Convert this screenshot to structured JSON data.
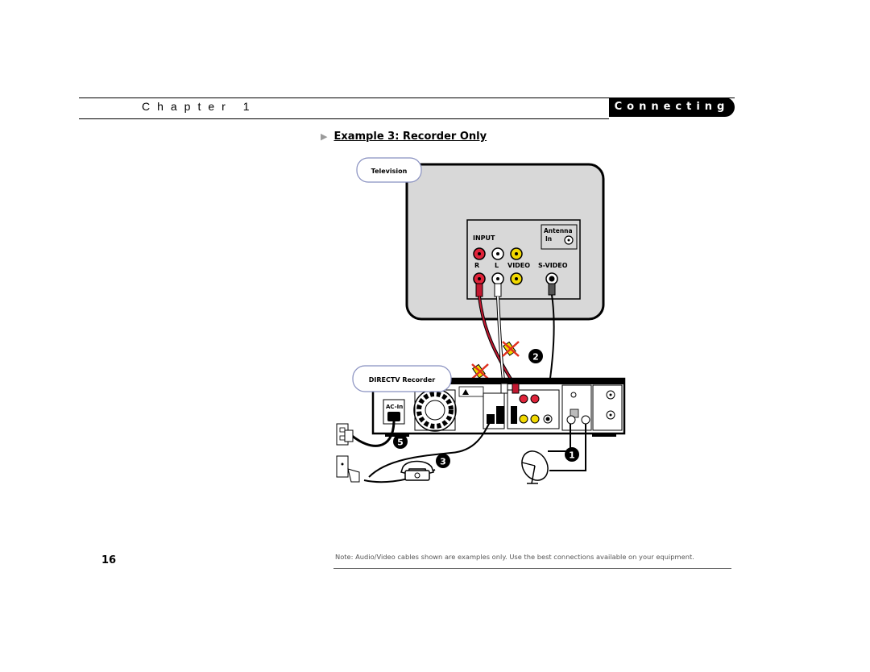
{
  "header": {
    "chapter": "Chapter 1",
    "section": "Connecting"
  },
  "heading": "Example 3: Recorder Only",
  "diagram": {
    "tv_label": "Television",
    "recorder_label": "DIRECTV Recorder",
    "tv_panel": {
      "input": "INPUT",
      "antenna": "Antenna",
      "antenna_in": "In",
      "r": "R",
      "l": "L",
      "video": "VIDEO",
      "svideo": "S-VIDEO"
    },
    "recorder_panel": {
      "ac_in": "AC-In"
    },
    "callouts": [
      "1",
      "2",
      "3",
      "5"
    ]
  },
  "footer": {
    "page_number": "16",
    "note": "Note: Audio/Video cables shown are examples only. Use the best connections available on your equipment."
  }
}
